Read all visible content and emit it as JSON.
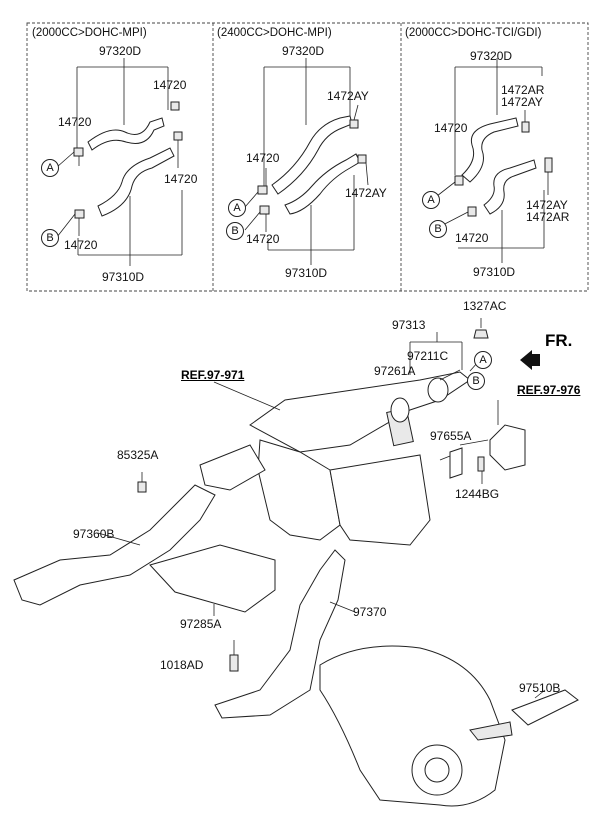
{
  "panels": [
    {
      "header": "(2000CC>DOHC-MPI)",
      "top_label": "97320D",
      "bottom_label": "97310D",
      "clamp_labels": [
        "14720",
        "14720",
        "14720",
        "14720"
      ]
    },
    {
      "header": "(2400CC>DOHC-MPI)",
      "top_label": "97320D",
      "bottom_label": "97310D",
      "clamp_labels": [
        "1472AY",
        "14720",
        "1472AY",
        "14720"
      ]
    },
    {
      "header": "(2000CC>DOHC-TCI/GDI)",
      "top_label": "97320D",
      "bottom_label": "97310D",
      "clamp_labels": [
        "1472AR",
        "1472AY",
        "14720",
        "1472AY",
        "1472AR",
        "14720"
      ]
    }
  ],
  "markers": {
    "a": "A",
    "b": "B"
  },
  "main": {
    "front_label": "FR.",
    "ref_left": "REF.97-971",
    "ref_right": "REF.97-976",
    "parts": {
      "p97313": "97313",
      "p1327ac": "1327AC",
      "p97211c": "97211C",
      "p97261a": "97261A",
      "p97655a": "97655A",
      "p1244bg": "1244BG",
      "p85325a": "85325A",
      "p97360b": "97360B",
      "p97370": "97370",
      "p97285a": "97285A",
      "p1018ad": "1018AD",
      "p97510b": "97510B"
    }
  }
}
